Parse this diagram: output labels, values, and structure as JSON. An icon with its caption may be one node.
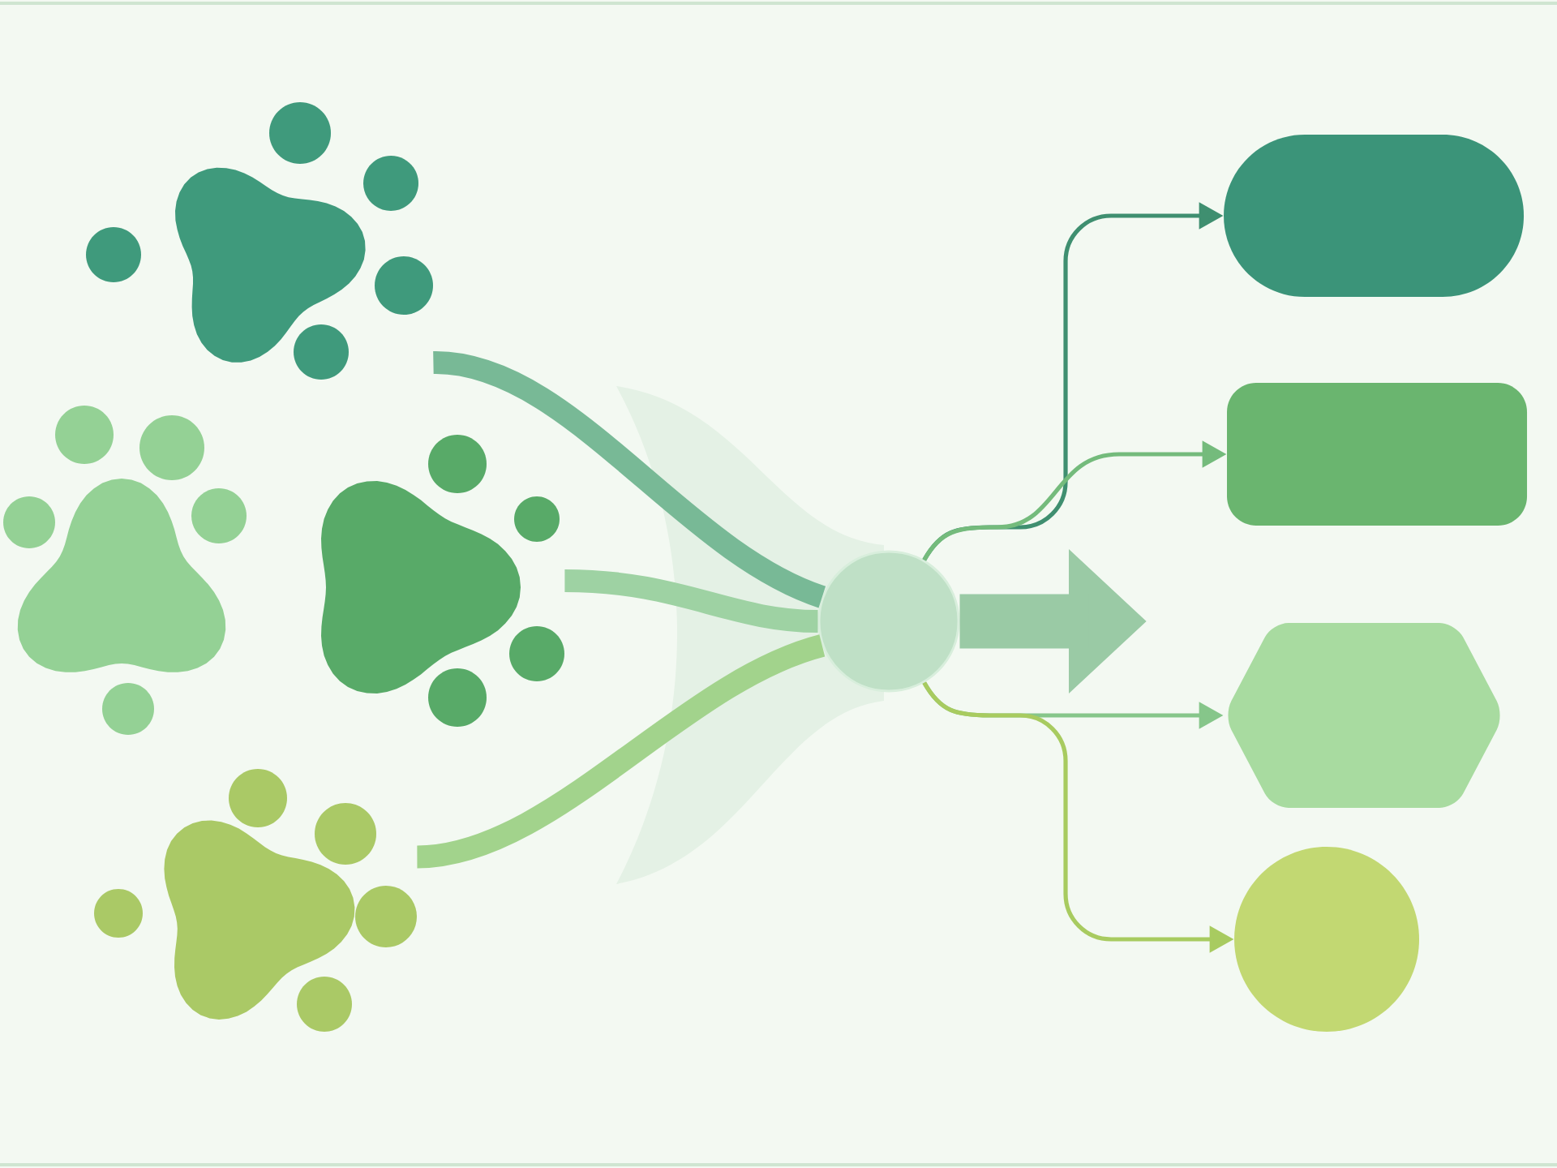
{
  "diagram": {
    "nodes": [
      {
        "text": [],
        "shape": "paw"
      },
      {
        "text": [],
        "shape": "paw"
      },
      {
        "text": [],
        "shape": "paw"
      },
      {
        "text": [],
        "shape": "paw"
      },
      {
        "text": [],
        "shape": "circle"
      },
      {
        "text": [],
        "shape": "pill"
      },
      {
        "text": [],
        "shape": "box"
      },
      {
        "text": [],
        "shape": "hexagon"
      },
      {
        "text": [],
        "shape": "circle"
      }
    ],
    "edges": [
      {
        "from": 0,
        "to": 4,
        "arrow": "none",
        "style": "thick",
        "color": "#78b996"
      },
      {
        "from": 2,
        "to": 4,
        "arrow": "none",
        "style": "thick",
        "color": "#9ed2a3"
      },
      {
        "from": 3,
        "to": 4,
        "arrow": "none",
        "style": "thick",
        "color": "#a2d38c"
      },
      {
        "from": 4,
        "to": null,
        "arrow": "to",
        "style": "thick",
        "color": "#9acaa5"
      },
      {
        "from": 4,
        "to": 5,
        "arrow": "to",
        "color": "#3f8f70"
      },
      {
        "from": 4,
        "to": 6,
        "arrow": "to",
        "color": "#74bb7c"
      },
      {
        "from": 4,
        "to": 7,
        "arrow": "to",
        "color": "#86c68a"
      },
      {
        "from": 4,
        "to": 8,
        "arrow": "to",
        "color": "#a8cb60"
      }
    ]
  }
}
